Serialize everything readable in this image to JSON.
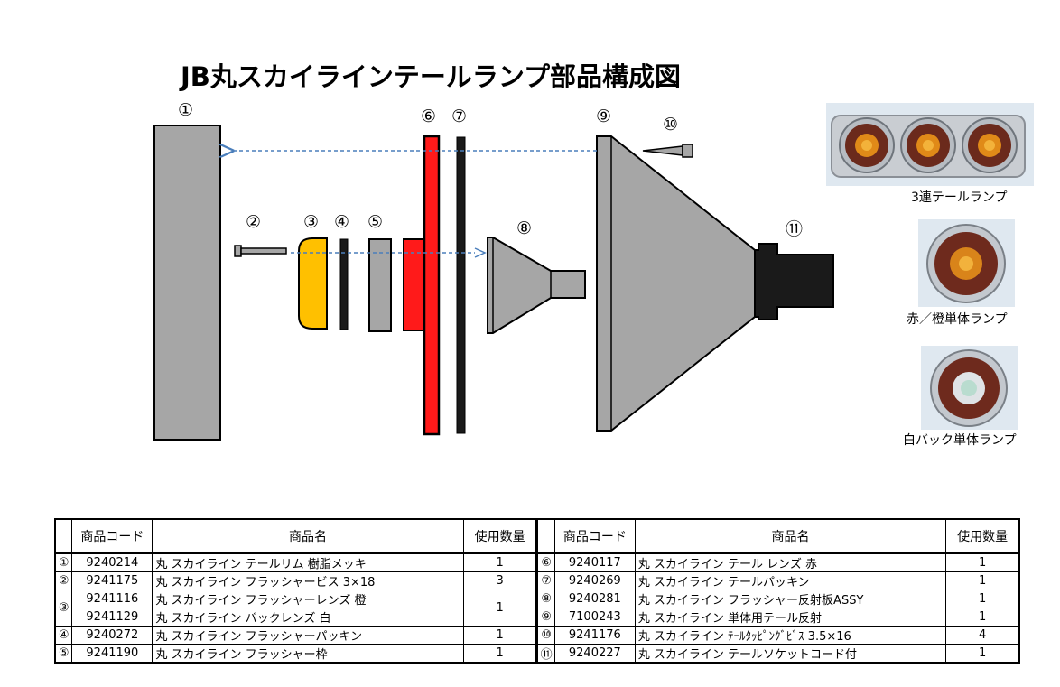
{
  "title": "JB丸スカイラインテールランプ部品構成図",
  "callouts": [
    "①",
    "②",
    "③",
    "④",
    "⑤",
    "⑥",
    "⑦",
    "⑧",
    "⑨",
    "⑩",
    "⑪"
  ],
  "photos": [
    {
      "caption": "3連テールランプ"
    },
    {
      "caption": "赤／橙単体ランプ"
    },
    {
      "caption": "白バック単体ランプ"
    }
  ],
  "colors": {
    "lens_red": "#ff1a1a",
    "flasher_orange": "#ffc000",
    "part_gray": "#a6a6a6",
    "socket_black": "#1a1a1a",
    "arrow_blue": "#4a7ebb"
  },
  "table": {
    "headers": {
      "code": "商品コード",
      "name": "商品名",
      "qty": "使用数量"
    },
    "left": [
      {
        "num": "①",
        "code": "9240214",
        "name": "丸 スカイライン テールリム 樹脂メッキ",
        "qty": "1"
      },
      {
        "num": "②",
        "code": "9241175",
        "name": "丸 スカイライン フラッシャービス 3×18",
        "qty": "3"
      },
      {
        "num": "③",
        "code": "9241116",
        "name": "丸 スカイライン フラッシャーレンズ 橙",
        "qty": "1"
      },
      {
        "num": "",
        "code": "9241129",
        "name": "丸 スカイライン バックレンズ 白",
        "qty": ""
      },
      {
        "num": "④",
        "code": "9240272",
        "name": "丸 スカイライン フラッシャーパッキン",
        "qty": "1"
      },
      {
        "num": "⑤",
        "code": "9241190",
        "name": "丸 スカイライン フラッシャー枠",
        "qty": "1"
      }
    ],
    "right": [
      {
        "num": "⑥",
        "code": "9240117",
        "name": "丸 スカイライン テール レンズ 赤",
        "qty": "1"
      },
      {
        "num": "⑦",
        "code": "9240269",
        "name": "丸 スカイライン テールパッキン",
        "qty": "1"
      },
      {
        "num": "⑧",
        "code": "9240281",
        "name": "丸 スカイライン フラッシャー反射板ASSY",
        "qty": "1"
      },
      {
        "num": "⑨",
        "code": "7100243",
        "name": "丸 スカイライン 単体用テール反射",
        "qty": "1"
      },
      {
        "num": "⑩",
        "code": "9241176",
        "name": "丸 スカイライン ﾃｰﾙﾀｯﾋﾟﾝｸﾞﾋﾞｽ 3.5×16",
        "qty": "4"
      },
      {
        "num": "⑪",
        "code": "9240227",
        "name": "丸 スカイライン テールソケットコード付",
        "qty": "1"
      }
    ]
  }
}
